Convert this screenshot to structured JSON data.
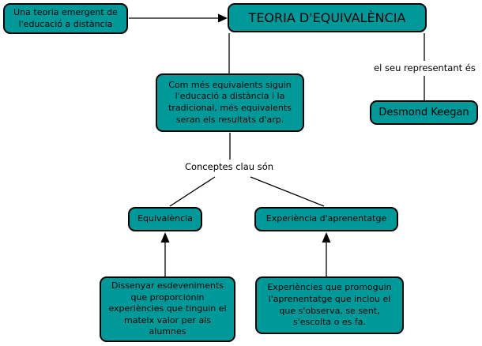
{
  "diagram": {
    "type": "concept-map",
    "language": "ca",
    "colors": {
      "node_fill": "#009999",
      "node_border": "#000000",
      "text": "#000000",
      "background": "#ffffff"
    },
    "nodes": {
      "emergent": {
        "text": "Una teoria emergent de l'educació a distància"
      },
      "title": {
        "text": "TEORIA D'EQUIVALÈNCIA"
      },
      "premise": {
        "text": "Com més equivalents siguin l'educació a distància i la tradicional, més equivalents seran els resultats d'arp."
      },
      "keegan": {
        "text": "Desmond Keegan"
      },
      "equivalencia": {
        "text": "Equivalència"
      },
      "experiencia": {
        "text": "Experiència d'aprenentatge"
      },
      "dissenyar": {
        "text": "Dissenyar esdeveniments que proporcionin experiències que tinguin el mateix valor per als alumnes"
      },
      "promoguin": {
        "text": "Experiències que promoguin l'aprenentatge que inclou el que s'observa, se sent, s'escolta o es fa."
      }
    },
    "labels": {
      "representant": {
        "text": "el seu representant és"
      },
      "conceptes": {
        "text": "Conceptes clau són"
      }
    },
    "edges": [
      {
        "from": "emergent",
        "to": "title",
        "arrow": "end"
      },
      {
        "from": "title",
        "to": "premise",
        "arrow": "none"
      },
      {
        "from": "title",
        "via_label": "representant",
        "to": "keegan",
        "arrow": "none"
      },
      {
        "from": "premise",
        "via_label": "conceptes",
        "to": "equivalencia",
        "arrow": "none"
      },
      {
        "from": "premise",
        "via_label": "conceptes",
        "to": "experiencia",
        "arrow": "none"
      },
      {
        "from": "dissenyar",
        "to": "equivalencia",
        "arrow": "end"
      },
      {
        "from": "promoguin",
        "to": "experiencia",
        "arrow": "end"
      }
    ]
  }
}
